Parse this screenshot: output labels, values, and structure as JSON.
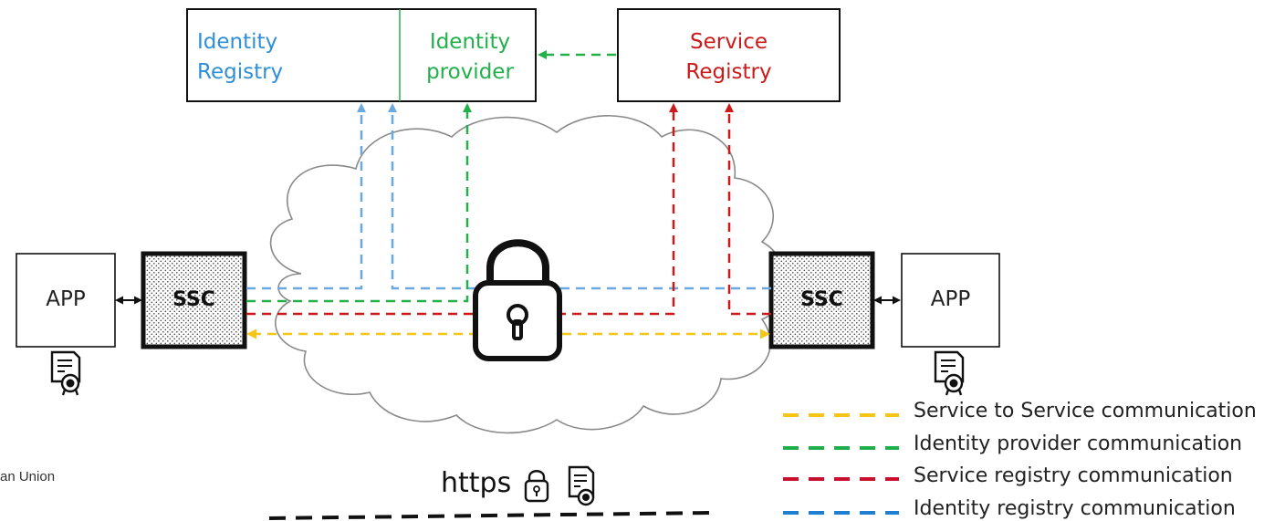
{
  "boxes": {
    "identity_registry": "Identity\nRegistry",
    "identity_provider": "Identity\nprovider",
    "service_registry": "Service\nRegistry"
  },
  "nodes": {
    "app_left": "APP",
    "app_right": "APP",
    "ssc_left": "SSC",
    "ssc_right": "SSC"
  },
  "legend": [
    {
      "label": "Service to Service communication",
      "color": "#f5c518"
    },
    {
      "label": "Identity provider communication",
      "color": "#1fae4c"
    },
    {
      "label": "Service registry communication",
      "color": "#c8102e"
    },
    {
      "label": "Identity registry communication",
      "color": "#1f7fd1"
    }
  ],
  "colors": {
    "identity_registry": "#2f8fd6",
    "identity_provider": "#22b04b",
    "service_registry": "#cc1a1a",
    "ir_lines": "#6aa8e0",
    "ip_lines": "#22b04b",
    "sr_lines": "#cc1a1a",
    "s2s_lines": "#f5c518"
  },
  "footer": {
    "corner_text": "an Union",
    "https_label": "https"
  },
  "icons": [
    "padlock-icon",
    "certificate-icon",
    "cloud-shape"
  ]
}
